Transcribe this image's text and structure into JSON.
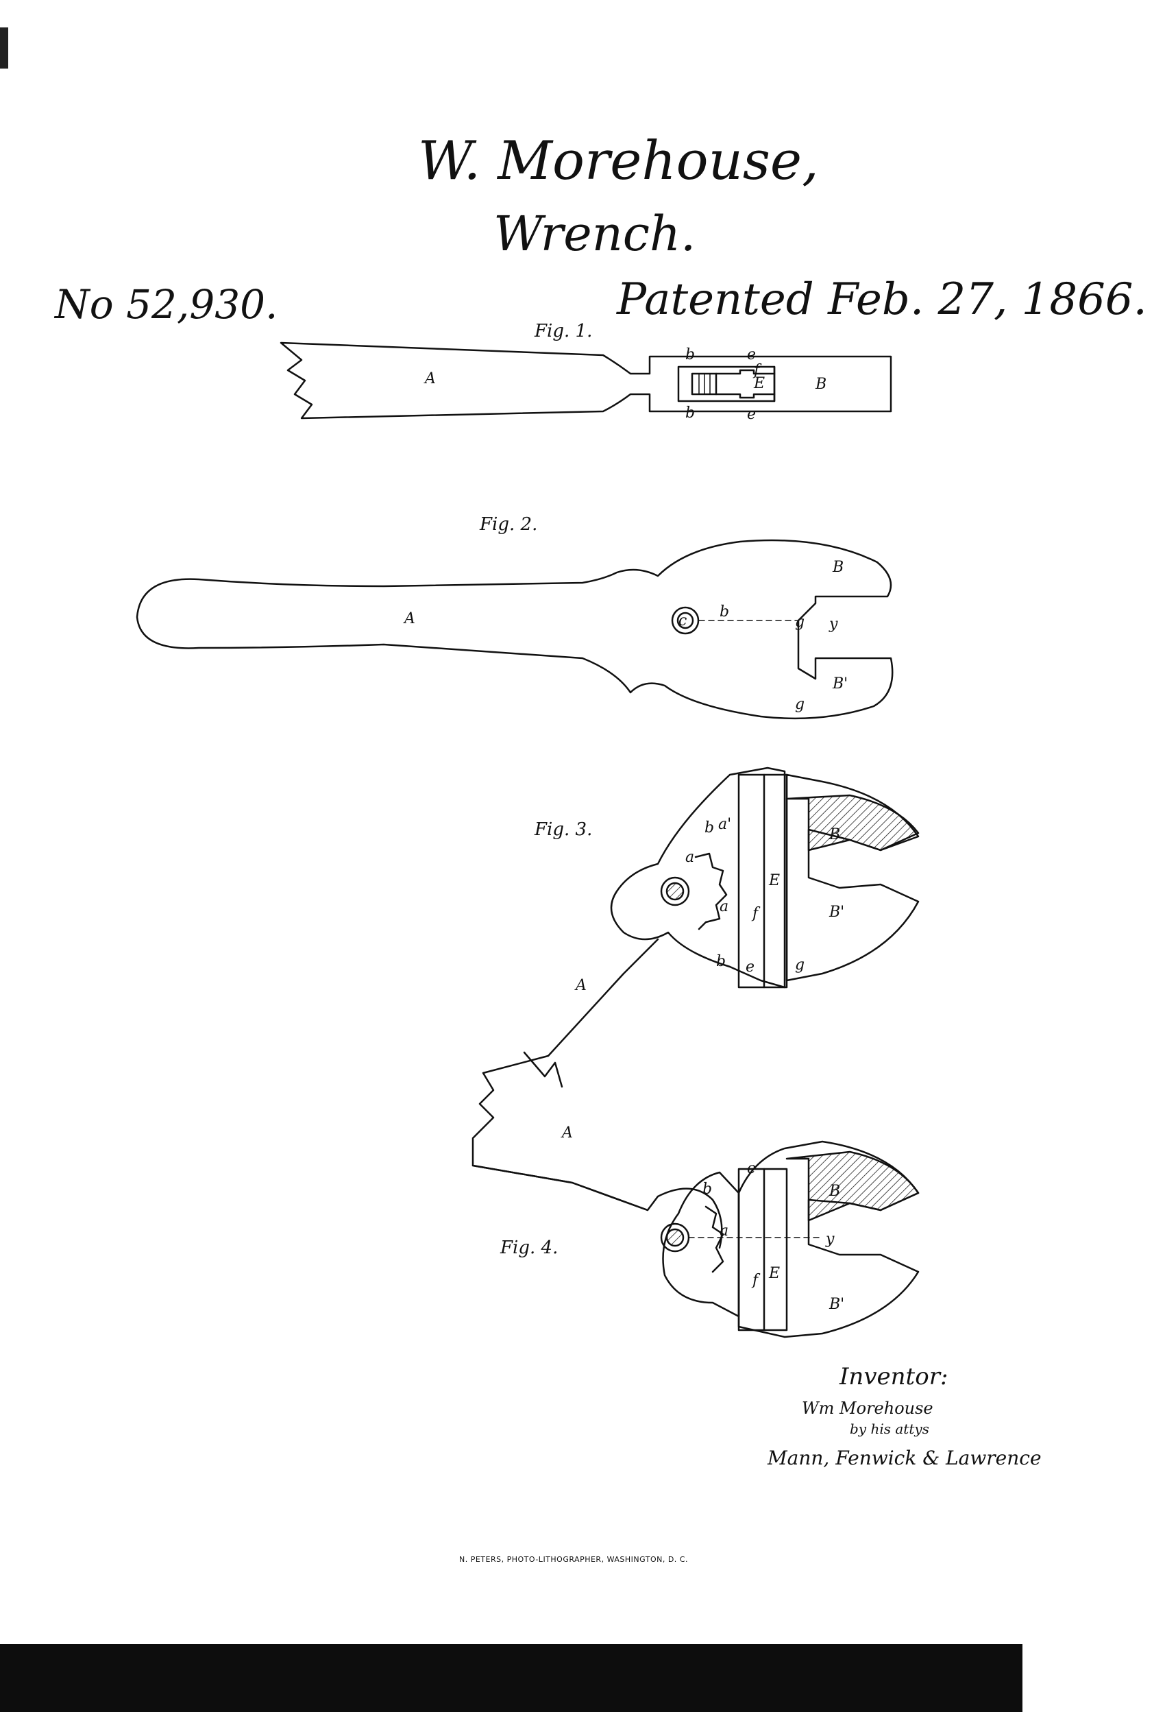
{
  "header": {
    "inventor_name": "W. Morehouse,",
    "title": "Wrench.",
    "patent_number": "No 52,930.",
    "patent_date": "Patented Feb. 27, 1866."
  },
  "figures": {
    "fig1": "Fig. 1.",
    "fig2": "Fig. 2.",
    "fig3": "Fig. 3.",
    "fig4": "Fig. 4."
  },
  "labels": {
    "A": "A",
    "B": "B",
    "B_prime": "B'",
    "E": "E",
    "a": "a",
    "a_prime": "a'",
    "b": "b",
    "c": "c",
    "e": "e",
    "f": "f",
    "g": "g",
    "y": "y"
  },
  "signature": {
    "heading": "Inventor:",
    "line1": "Wm Morehouse",
    "line2": "by his attys",
    "line3": "Mann, Fenwick & Lawrence"
  },
  "footer": {
    "printer": "N. PETERS, PHOTO-LITHOGRAPHER, WASHINGTON, D. C."
  }
}
